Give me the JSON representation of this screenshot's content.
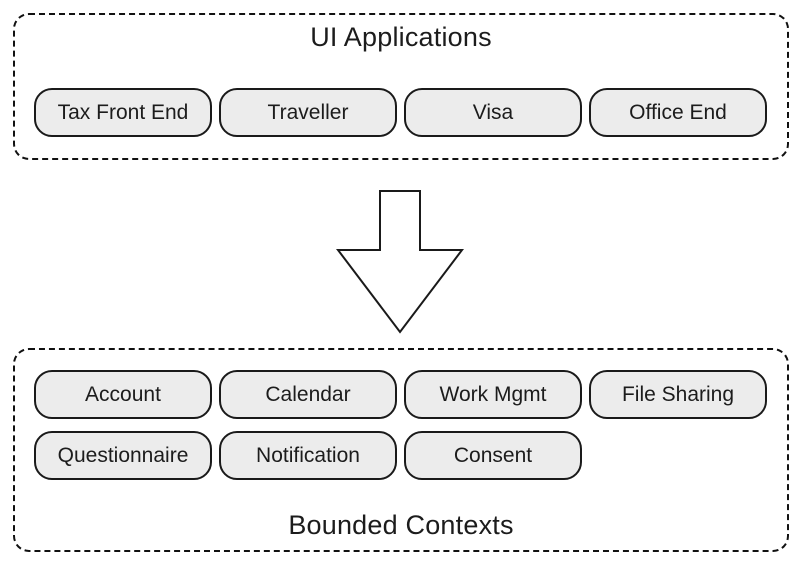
{
  "ui_applications": {
    "title": "UI Applications",
    "items": [
      {
        "label": "Tax Front End"
      },
      {
        "label": "Traveller"
      },
      {
        "label": "Visa"
      },
      {
        "label": "Office End"
      }
    ]
  },
  "arrow": {
    "name": "down-arrow",
    "direction": "down"
  },
  "bounded_contexts": {
    "title": "Bounded Contexts",
    "rows": [
      [
        {
          "label": "Account"
        },
        {
          "label": "Calendar"
        },
        {
          "label": "Work Mgmt"
        },
        {
          "label": "File Sharing"
        }
      ],
      [
        {
          "label": "Questionnaire"
        },
        {
          "label": "Notification"
        },
        {
          "label": "Consent"
        }
      ]
    ]
  },
  "colors": {
    "box_fill": "#ececec",
    "box_border": "#1a1a1a",
    "container_border": "#111111",
    "text": "#1c1c1c",
    "background": "#ffffff"
  }
}
